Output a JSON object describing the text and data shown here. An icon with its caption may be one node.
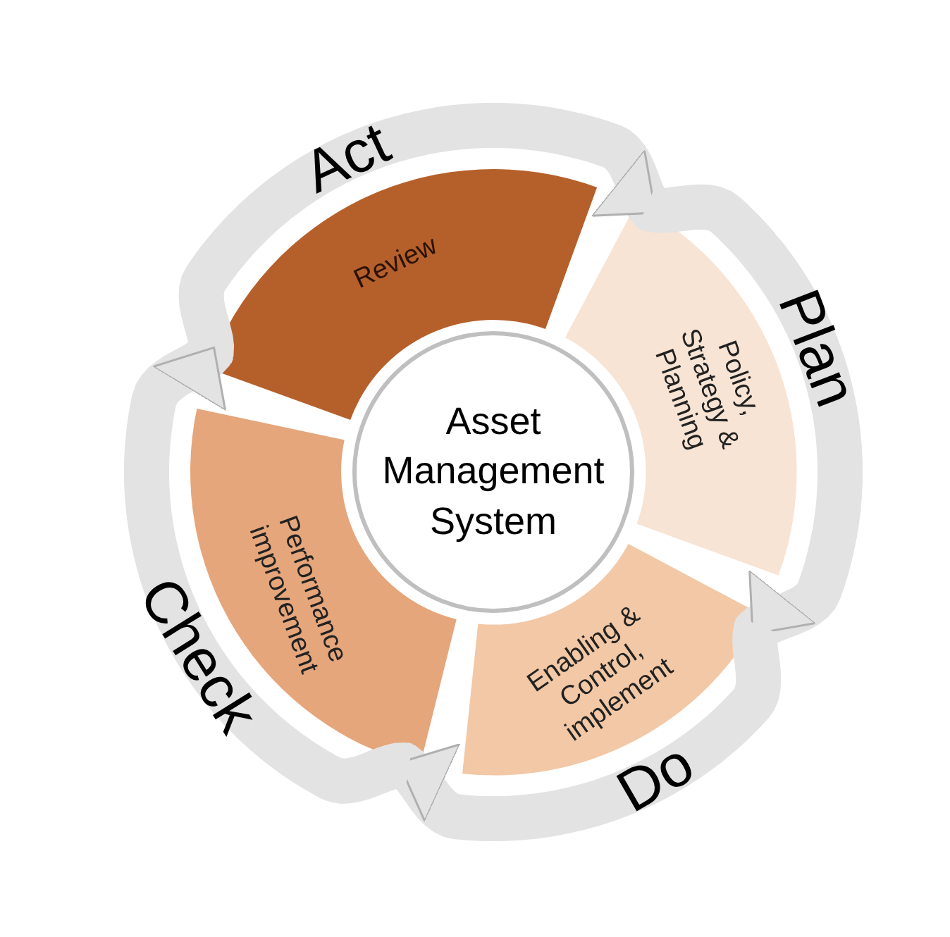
{
  "diagram": {
    "nodes": [
      {
        "text": [
          "Asset Management System"
        ]
      },
      {
        "text": [
          "Review"
        ],
        "beside": [
          "Act"
        ]
      },
      {
        "text": [
          "Policy, Strategy & Planning"
        ],
        "beside": [
          "Plan"
        ]
      },
      {
        "text": [
          "Enabling & Control, implement"
        ],
        "beside": [
          "Do"
        ]
      },
      {
        "text": [
          "Performance improvement"
        ],
        "beside": [
          "Check"
        ]
      }
    ],
    "edges": [
      {
        "from": 1,
        "to": 2,
        "arrow": "to"
      },
      {
        "from": 2,
        "to": 3,
        "arrow": "to"
      },
      {
        "from": 3,
        "to": 4,
        "arrow": "to"
      },
      {
        "from": 4,
        "to": 1,
        "arrow": "to"
      }
    ]
  }
}
